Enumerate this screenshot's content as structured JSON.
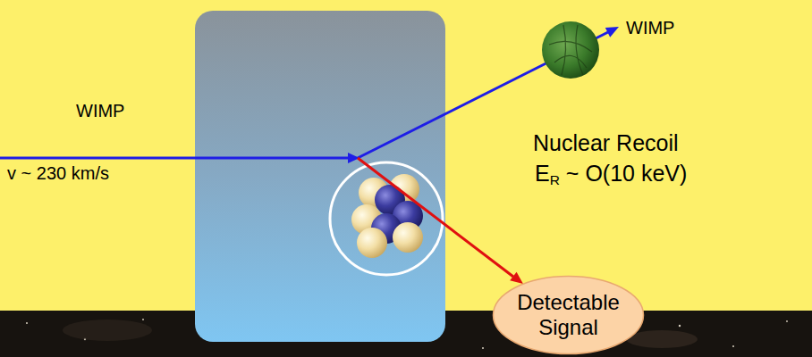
{
  "diagram": {
    "nodes": [
      {
        "text": [
          "Detectable Signal"
        ]
      }
    ],
    "labels": [
      "WIMP",
      "v ~ 230 km/s",
      "WIMP",
      "Nuclear Recoil",
      "ER ~ O(10 keV)"
    ]
  }
}
